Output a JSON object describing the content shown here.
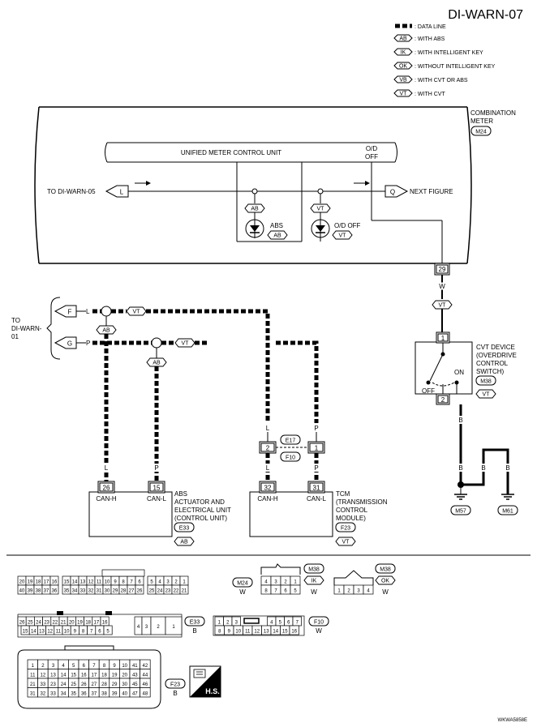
{
  "title": "DI-WARN-07",
  "figure_code": "WKWA5858E",
  "legend": [
    {
      "symbol": "",
      "text": ": DATA LINE"
    },
    {
      "symbol": "AB",
      "text": ": WITH ABS"
    },
    {
      "symbol": "IK",
      "text": ": WITH INTELLIGENT KEY"
    },
    {
      "symbol": "OK",
      "text": ": WITHOUT INTELLIGENT KEY"
    },
    {
      "symbol": "VB",
      "text": ": WITH CVT OR ABS"
    },
    {
      "symbol": "VT",
      "text": ": WITH CVT"
    }
  ],
  "combination_meter": {
    "name_line1": "COMBINATION",
    "name_line2": "METER",
    "connector": "M24"
  },
  "unified_unit": "UNIFIED METER CONTROL UNIT",
  "od_label": {
    "line1": "O/D",
    "line2": "OFF"
  },
  "to_left": "TO DI-WARN-05",
  "left_flag": "L",
  "next_label": "NEXT FIGURE",
  "next_flag": "Q",
  "abs_lamp": {
    "label": "ABS",
    "tag": "AB",
    "top_tag": "AB"
  },
  "od_lamp": {
    "label": "O/D OFF",
    "tag": "VT",
    "top_tag": "VT"
  },
  "pin29": {
    "num": "29",
    "color": "W",
    "tag": "VT"
  },
  "cvt_device": {
    "lines": [
      "CVT DEVICE",
      "(OVERDRIVE",
      "CONTROL",
      "SWITCH)"
    ],
    "connector": "M38",
    "tag": "VT",
    "pin_top": "1",
    "pin_bottom": "2",
    "off": "OFF",
    "on": "ON",
    "out_color": "B"
  },
  "to_diwarn01": {
    "line1": "TO",
    "line2": "DI-WARN-",
    "line3": "01"
  },
  "flag_f": {
    "flag": "F",
    "color": "L",
    "tag": "VT",
    "sub": "AB"
  },
  "flag_g": {
    "flag": "G",
    "color": "P",
    "tag": "VT",
    "sub": "AB"
  },
  "abs_unit": {
    "lines": [
      "ABS",
      "ACTUATOR AND",
      "ELECTRICAL UNIT",
      "(CONTROL UNIT)"
    ],
    "connector": "E33",
    "tag": "AB",
    "pin_h": "26",
    "pin_l": "15",
    "color_h": "L",
    "color_l": "P",
    "lab_h": "CAN-H",
    "lab_l": "CAN-L"
  },
  "tcm": {
    "lines": [
      "TCM",
      "(TRANSMISSION",
      "CONTROL",
      "MODULE)"
    ],
    "connector": "F23",
    "tag": "VT",
    "pin_h": "32",
    "pin_l": "31",
    "color_h": "L",
    "color_l": "P",
    "lab_h": "CAN-H",
    "lab_l": "CAN-L"
  },
  "joint": {
    "pin_a": "2",
    "pin_b": "1",
    "conn_top": "E17",
    "conn_bottom": "F10",
    "color_top_a": "L",
    "color_top_b": "P",
    "color_bot_a": "L",
    "color_bot_b": "P"
  },
  "grounds": {
    "left": "M57",
    "right": "M61",
    "color_a": "B",
    "color_b": "B",
    "color_c": "B"
  },
  "bottom": {
    "m24": {
      "id": "M24",
      "color": "W",
      "row1": [
        "20",
        "19",
        "18",
        "17",
        "16",
        "",
        "15",
        "14",
        "13",
        "12",
        "11",
        "10",
        "9",
        "8",
        "7",
        "6",
        "",
        "5",
        "4",
        "3",
        "2",
        "1"
      ],
      "row2": [
        "40",
        "39",
        "38",
        "37",
        "36",
        "",
        "35",
        "34",
        "33",
        "32",
        "31",
        "30",
        "29",
        "28",
        "27",
        "26",
        "",
        "25",
        "24",
        "23",
        "22",
        "21"
      ]
    },
    "m38ik": {
      "id": "M38",
      "tag": "IK",
      "color": "W",
      "row1": [
        "4",
        "3",
        "2",
        "1"
      ],
      "row2": [
        "8",
        "7",
        "6",
        "5"
      ]
    },
    "m38ok": {
      "id": "M38",
      "tag": "OK",
      "color": "W",
      "row1": [
        "1",
        "2",
        "3",
        "4"
      ]
    },
    "e33": {
      "id": "E33",
      "color": "B",
      "row1": [
        "26",
        "25",
        "24",
        "23",
        "22",
        "21",
        "20",
        "19",
        "18",
        "17",
        "16"
      ],
      "row2": [
        "15",
        "14",
        "13",
        "12",
        "11",
        "10",
        "9",
        "8",
        "7",
        "6",
        "5"
      ],
      "mid": [
        "4",
        "3",
        "2",
        "1"
      ]
    },
    "f10": {
      "id": "F10",
      "color": "W",
      "row1": [
        "1",
        "2",
        "3",
        "",
        "4",
        "5",
        "6",
        "7"
      ],
      "row2": [
        "8",
        "9",
        "10",
        "11",
        "12",
        "13",
        "14",
        "15",
        "16"
      ]
    },
    "f23": {
      "id": "F23",
      "color": "B",
      "rows": [
        [
          "1",
          "2",
          "3",
          "4",
          "5",
          "6",
          "7",
          "8",
          "9",
          "10",
          "41",
          "42"
        ],
        [
          "11",
          "12",
          "13",
          "14",
          "15",
          "16",
          "17",
          "18",
          "19",
          "20",
          "43",
          "44"
        ],
        [
          "21",
          "33",
          "23",
          "24",
          "25",
          "26",
          "27",
          "28",
          "29",
          "30",
          "45",
          "46"
        ],
        [
          "31",
          "32",
          "33",
          "34",
          "35",
          "36",
          "37",
          "38",
          "39",
          "40",
          "47",
          "48"
        ]
      ]
    },
    "hs_label": "H.S."
  }
}
